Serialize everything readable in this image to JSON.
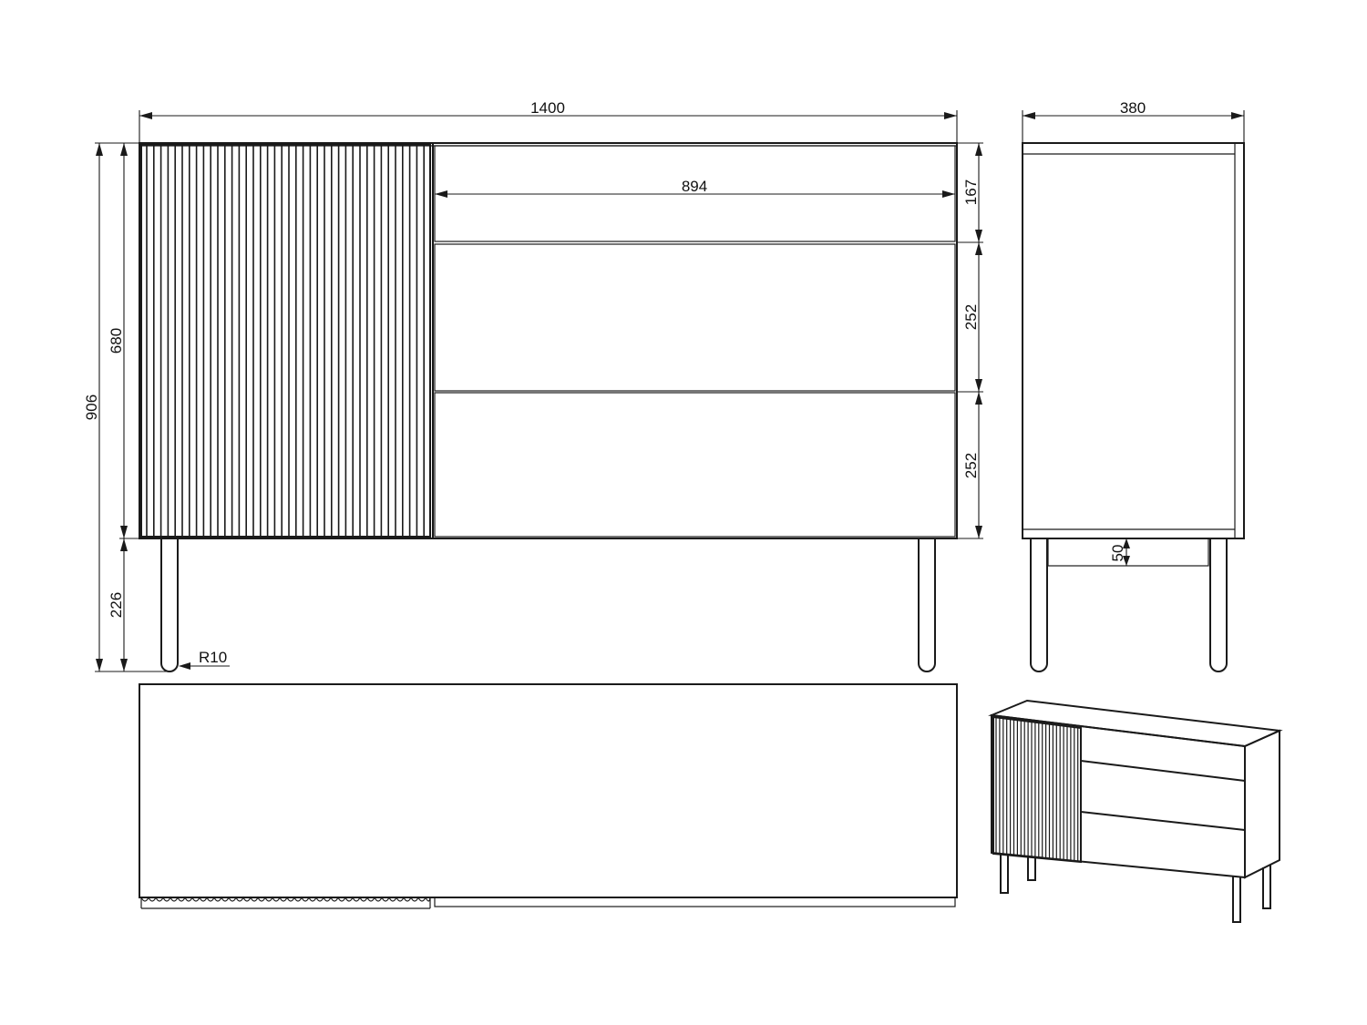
{
  "dimensions": {
    "total_width": "1400",
    "drawer_width": "894",
    "depth": "380",
    "total_height": "906",
    "body_height": "680",
    "leg_height": "226",
    "drawer_top_height": "167",
    "drawer_mid_height": "252",
    "drawer_bottom_height": "252",
    "apron_height": "50",
    "leg_radius": "R10"
  },
  "colors": {
    "line": "#1a1a1a",
    "background": "#ffffff"
  }
}
